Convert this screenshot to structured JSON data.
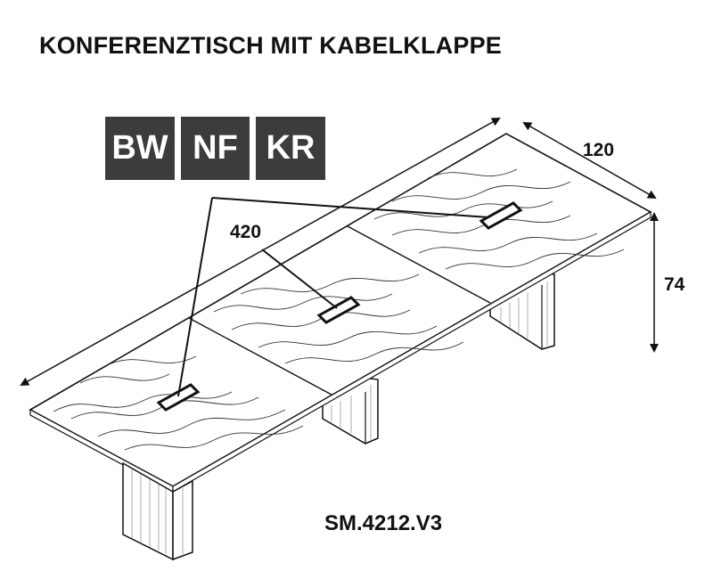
{
  "title": "KONFERENZTISCH MIT KABELKLAPPE",
  "badges": [
    "BW",
    "NF",
    "KR"
  ],
  "dimensions": {
    "length": "420",
    "width": "120",
    "height": "74"
  },
  "model_code": "SM.4212.V3",
  "colors": {
    "badge_bg": "#3c3c3c",
    "badge_text": "#ffffff",
    "line": "#111111"
  }
}
